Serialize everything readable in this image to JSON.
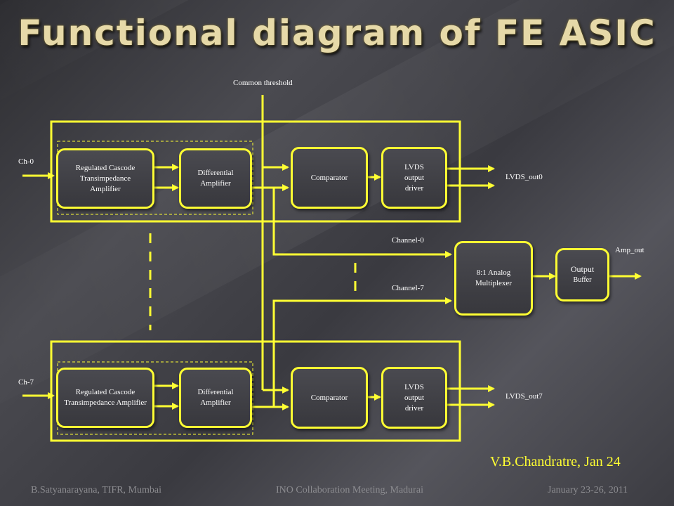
{
  "title": "Functional diagram of FE ASIC",
  "labels": {
    "common_threshold": "Common threshold",
    "ch0": "Ch-0",
    "ch7": "Ch-7",
    "lvds_out0": "LVDS_out0",
    "lvds_out7": "LVDS_out7",
    "channel0": "Channel-0",
    "channel7": "Channel-7",
    "amp_out": "Amp_out"
  },
  "blocks": {
    "rcta_top": "Regulated Cascode Transimpedance Amplifier",
    "diff_top": "Differential Amplifier",
    "comp_top": "Comparator",
    "lvds_top": "LVDS output driver",
    "mux": "8:1 Analog Multiplexer",
    "outbuf_line1": "Output",
    "outbuf_line2": "Buffer",
    "rcta_bot": "Regulated Cascode Transimpedance Amplifier",
    "diff_bot": "Differential Amplifier",
    "comp_bot": "Comparator",
    "lvds_bot": "LVDS output driver"
  },
  "author": "V.B.Chandratre, Jan 24",
  "footer": {
    "left": "B.Satyanarayana, TIFR, Mumbai",
    "center": "INO Collaboration Meeting, Madurai",
    "right": "January 23-26, 2011"
  },
  "colors": {
    "line": "#ffff33",
    "title": "#e6d9a8"
  }
}
